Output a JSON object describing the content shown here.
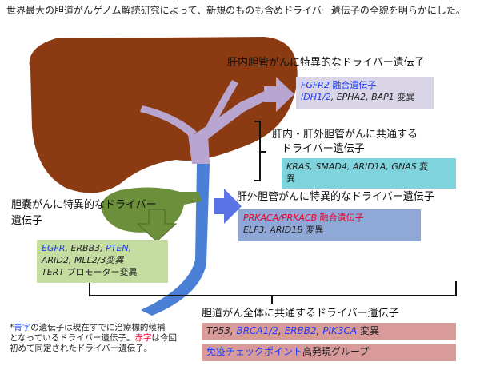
{
  "header": "世界最大の胆道がんゲノム解読研究によって、新規のものも含めドライバー遺伝子の全貌を明らかにした。",
  "colors": {
    "liver": "#8b3a12",
    "duct": "#b8a6d0",
    "extra_duct": "#4a7fd6",
    "gallbladder": "#6b8f3a",
    "box_intra": "#d9d4e6",
    "box_common": "#7fd3dd",
    "box_extra": "#8fa8d8",
    "box_gb": "#c5dca0",
    "box_all": "#d99a9a",
    "blue_text": "#1a3cff",
    "red_text": "#e8002a"
  },
  "intrahepatic": {
    "label": "肝内胆管がんに特異的なドライバー遺伝子",
    "fgfr2": "FGFR2",
    "fusion": " 融合遺伝子",
    "idh": "IDH1/2",
    "rest": ", EPHA2, BAP1",
    "mut": " 変異"
  },
  "common_intra_extra": {
    "label_line1": "肝内・肝外胆管がんに共通する",
    "label_line2": "ドライバー遺伝子",
    "genes": "KRAS, SMAD4, ARID1A, GNAS",
    "mut": " 変",
    "mut2": "異"
  },
  "extrahepatic": {
    "label": "肝外胆管がんに特異的なドライバー遺伝子",
    "prk": "PRKACA/PRKACB",
    "fusion": " 融合遺伝子",
    "genes": "ELF3, ARID1B",
    "mut": " 変異"
  },
  "gallbladder": {
    "label_line1": "胆嚢がんに特異的なドライバー",
    "label_line2": "遺伝子",
    "egfr": "EGFR",
    "erbb3": ", ERBB3, ",
    "pten": "PTEN,",
    "line2": "ARID2, MLL2/3変異",
    "tert": "TERT",
    "promoter": " プロモーター変異"
  },
  "all": {
    "label": "胆道がん全体に共通するドライバー遺伝子",
    "tp53": "TP53, ",
    "brca": "BRCA1/2",
    "sep": ", ",
    "erbb2": "ERBB2",
    "pik": "PIK3CA",
    "mut": "  変異",
    "checkpoint": "免疫チェックポイント",
    "checkpoint_rest": "高発現グループ"
  },
  "footnote": {
    "star": "*",
    "blue": "青字",
    "t1": "の遺伝子は現在すでに治療標的候補",
    "t2": "となっているドライバー遺伝子。",
    "red": "赤字",
    "t3": "は今回",
    "t4": "初めて同定されたドライバー遺伝子。"
  }
}
